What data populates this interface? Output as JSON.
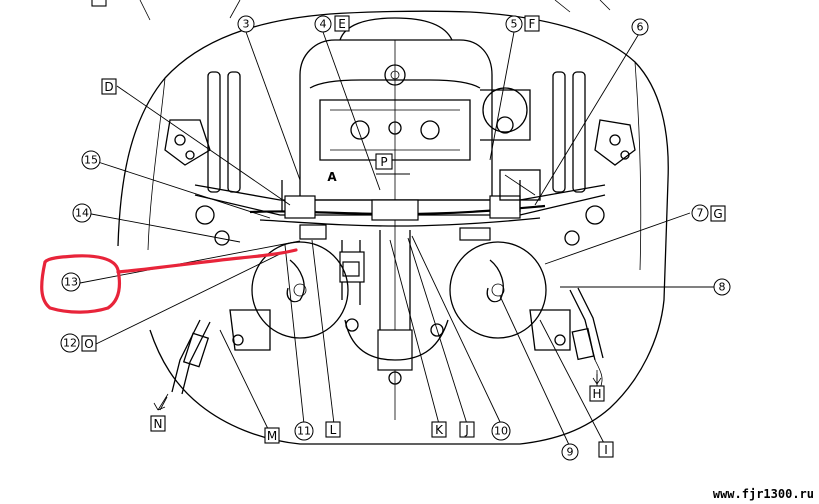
{
  "callouts": {
    "c3": "3",
    "c4": "4",
    "c5": "5",
    "c6": "6",
    "c7": "7",
    "c8": "8",
    "c9": "9",
    "c10": "10",
    "c11": "11",
    "c12": "12",
    "c13": "13",
    "c14": "14",
    "c15": "15"
  },
  "letters": {
    "D": "D",
    "E": "E",
    "F": "F",
    "G": "G",
    "H": "H",
    "I": "I",
    "J": "J",
    "K": "K",
    "L": "L",
    "M": "M",
    "N": "N",
    "O": "O",
    "P": "P",
    "A": "A"
  },
  "watermark": "www.fjr1300.ru",
  "colors": {
    "highlight": "#e8243a",
    "line": "#000000",
    "background": "#ffffff"
  }
}
